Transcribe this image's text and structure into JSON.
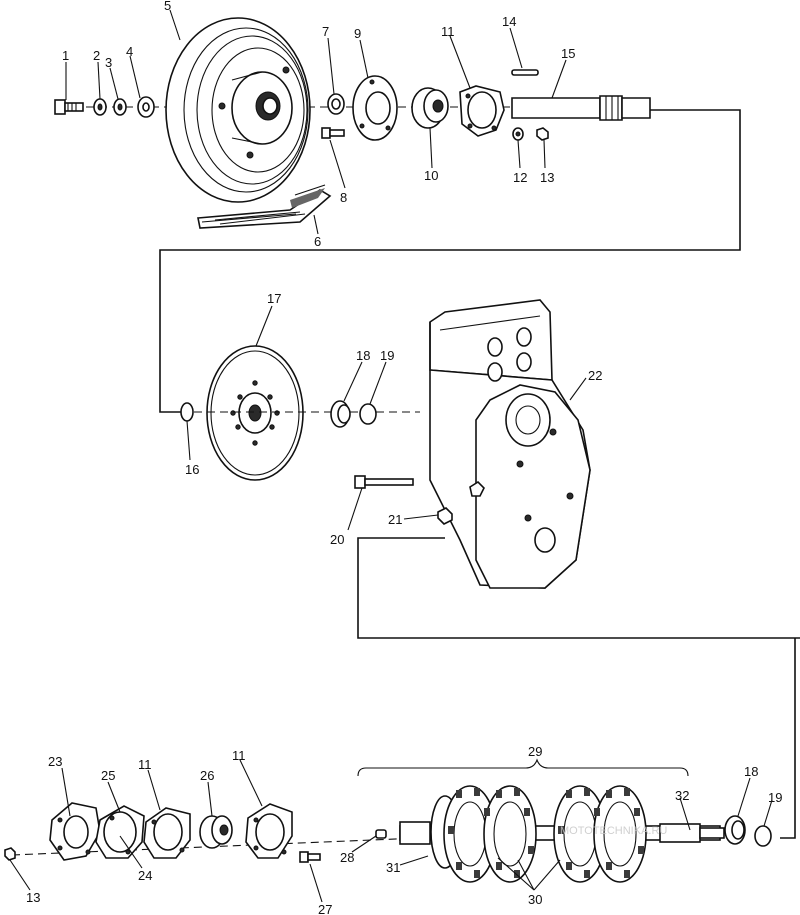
{
  "diagram": {
    "callouts": [
      {
        "id": "c1",
        "text": "1"
      },
      {
        "id": "c2",
        "text": "2"
      },
      {
        "id": "c3",
        "text": "3"
      },
      {
        "id": "c4",
        "text": "4"
      },
      {
        "id": "c5",
        "text": "5"
      },
      {
        "id": "c6",
        "text": "6"
      },
      {
        "id": "c7",
        "text": "7"
      },
      {
        "id": "c8",
        "text": "8"
      },
      {
        "id": "c9",
        "text": "9"
      },
      {
        "id": "c10",
        "text": "10"
      },
      {
        "id": "c11a",
        "text": "11"
      },
      {
        "id": "c12",
        "text": "12"
      },
      {
        "id": "c13a",
        "text": "13"
      },
      {
        "id": "c14",
        "text": "14"
      },
      {
        "id": "c15",
        "text": "15"
      },
      {
        "id": "c16",
        "text": "16"
      },
      {
        "id": "c17",
        "text": "17"
      },
      {
        "id": "c18a",
        "text": "18"
      },
      {
        "id": "c19a",
        "text": "19"
      },
      {
        "id": "c20",
        "text": "20"
      },
      {
        "id": "c21",
        "text": "21"
      },
      {
        "id": "c22",
        "text": "22"
      },
      {
        "id": "c23",
        "text": "23"
      },
      {
        "id": "c24",
        "text": "24"
      },
      {
        "id": "c25",
        "text": "25"
      },
      {
        "id": "c11b",
        "text": "11"
      },
      {
        "id": "c26",
        "text": "26"
      },
      {
        "id": "c11c",
        "text": "11"
      },
      {
        "id": "c13b",
        "text": "13"
      },
      {
        "id": "c27",
        "text": "27"
      },
      {
        "id": "c28",
        "text": "28"
      },
      {
        "id": "c29",
        "text": "29"
      },
      {
        "id": "c30",
        "text": "30"
      },
      {
        "id": "c31",
        "text": "31"
      },
      {
        "id": "c32",
        "text": "32"
      },
      {
        "id": "c18b",
        "text": "18"
      },
      {
        "id": "c19b",
        "text": "19"
      }
    ],
    "watermark": "MOTOTECHNIKA.RU"
  }
}
